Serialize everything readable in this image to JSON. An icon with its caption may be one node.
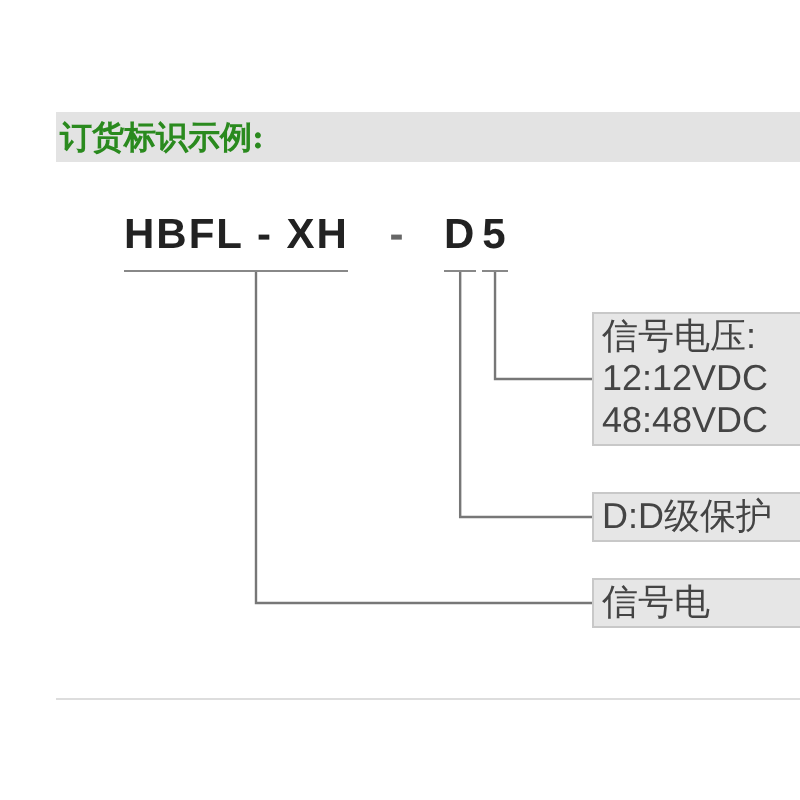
{
  "diagram": {
    "title": "订货标识示例:",
    "nodes": [
      {
        "text": [
          "HBFL - XH"
        ]
      },
      {
        "text": [
          "D"
        ]
      },
      {
        "text": [
          "5"
        ]
      },
      {
        "text": [
          "信号电压:",
          "12:12VDC",
          "48:48VDC"
        ]
      },
      {
        "text": [
          "D:D级保护"
        ]
      },
      {
        "text": [
          "信号电"
        ]
      }
    ],
    "edges": [
      {
        "from": 2,
        "to": 3,
        "arrow": "none"
      },
      {
        "from": 1,
        "to": 4,
        "arrow": "none"
      },
      {
        "from": 0,
        "to": 5,
        "arrow": "none"
      }
    ],
    "labels": [
      "-"
    ]
  }
}
